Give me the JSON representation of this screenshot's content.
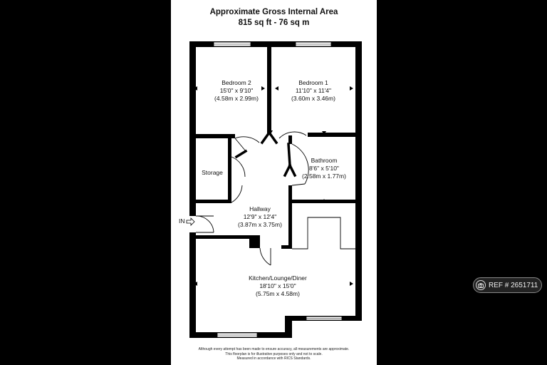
{
  "header": {
    "title": "Approximate Gross Internal Area",
    "area": "815 sq ft - 76 sq m"
  },
  "rooms": [
    {
      "name": "Bedroom 2",
      "dims_imperial": "15'0\" x 9'10\"",
      "dims_metric": "(4.58m x 2.99m)"
    },
    {
      "name": "Bedroom 1",
      "dims_imperial": "11'10\" x 11'4\"",
      "dims_metric": "(3.60m x 3.46m)"
    },
    {
      "name": "Bathroom",
      "dims_imperial": "8'6\" x 5'10\"",
      "dims_metric": "(2.58m x 1.77m)"
    },
    {
      "name": "Storage"
    },
    {
      "name": "Hallway",
      "dims_imperial": "12'9\" x 12'4\"",
      "dims_metric": "(3.87m x 3.75m)"
    },
    {
      "name": "Kitchen/Lounge/Diner",
      "dims_imperial": "18'10\" x 15'0\"",
      "dims_metric": "(5.75m x 4.58m)"
    }
  ],
  "entrance_label": "IN",
  "disclaimer": [
    "Although every attempt has been made to ensure accuracy, all measurements are approximate.",
    "This floorplan is for illustrative purposes only and not to scale.",
    "Measured in accordance with RICS Standards."
  ],
  "reference": {
    "icon": "camera-icon",
    "text": "REF # 2651711"
  }
}
